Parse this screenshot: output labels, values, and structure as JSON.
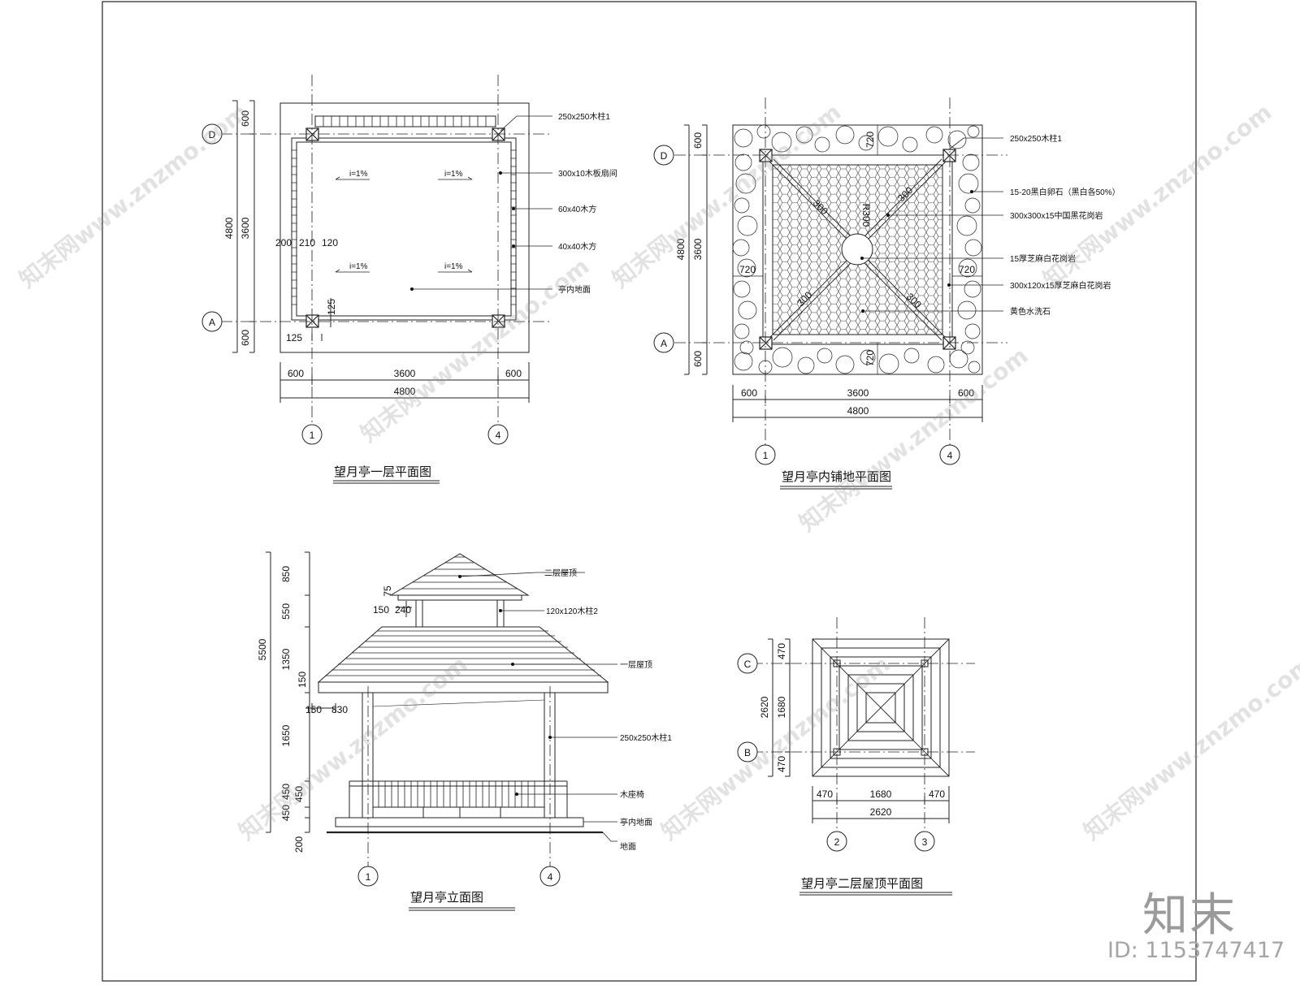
{
  "titles": {
    "plan1": "望月亭一层平面图",
    "paving": "望月亭内铺地平面图",
    "elevation": "望月亭立面图",
    "roof2": "望月亭二层屋顶平面图"
  },
  "plan1": {
    "axes": {
      "D": "D",
      "A": "A",
      "col1": "1",
      "col4": "4"
    },
    "dims": {
      "left_600_top": "600",
      "left_3600": "3600",
      "left_600_bot": "600",
      "left_4800": "4800",
      "bot_600_l": "600",
      "bot_3600": "3600",
      "bot_600_r": "600",
      "bot_4800": "4800",
      "d200": "200",
      "d210": "210",
      "d120": "120",
      "d125a": "125",
      "d125b": "125"
    },
    "slopes": [
      "i=1%",
      "i=1%",
      "i=1%",
      "i=1%"
    ],
    "labels": [
      "250x250木柱1",
      "300x10木板扇间",
      "60x40木方",
      "40x40木方",
      "亭内地面"
    ]
  },
  "paving": {
    "axes": {
      "D": "D",
      "A": "A",
      "col1": "1",
      "col4": "4"
    },
    "dims": {
      "left_600_top": "600",
      "left_3600": "3600",
      "left_600_bot": "600",
      "left_4800": "4800",
      "bot_600_l": "600",
      "bot_3600": "3600",
      "bot_600_r": "600",
      "bot_4800": "4800",
      "top_720": "720",
      "bot_720": "720",
      "left_720": "720",
      "right_720": "720",
      "r300": "R300",
      "d300a": "300",
      "d300b": "300",
      "d300c": "300",
      "d300d": "300"
    },
    "labels": [
      "250x250木柱1",
      "15-20黑白卵石（黑白各50%）",
      "300x300x15中国黑花岗岩",
      "15厚芝麻白花岗岩",
      "300x120x15厚芝麻白花岗岩",
      "黄色水洗石"
    ]
  },
  "elevation": {
    "axes": {
      "col1": "1",
      "col4": "4"
    },
    "dims": {
      "d850": "850",
      "d550": "550",
      "d1350": "1350",
      "d1650": "1650",
      "d450a": "450",
      "d450b": "450",
      "d200": "200",
      "d5500": "5500",
      "d75": "75",
      "d150a": "150",
      "d240": "240",
      "d150b": "150",
      "d150c": "150",
      "d830": "830"
    },
    "labels": [
      "二层屋顶",
      "120x120木柱2",
      "一层屋顶",
      "250x250木柱1",
      "木座椅",
      "亭内地面",
      "地面"
    ]
  },
  "roof2": {
    "axes": {
      "C": "C",
      "B": "B",
      "col2": "2",
      "col3": "3"
    },
    "dims": {
      "l470a": "470",
      "l1680": "1680",
      "l470b": "470",
      "l2620": "2620",
      "b470a": "470",
      "b1680": "1680",
      "b470b": "470",
      "b2620": "2620"
    }
  },
  "brand": {
    "logo": "知末",
    "id": "ID: 1153747417"
  },
  "watermark": "知末网www.znzmo.com"
}
